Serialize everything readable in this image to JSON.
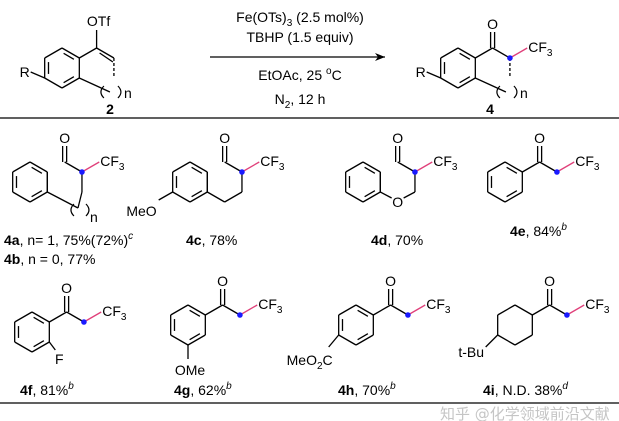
{
  "scheme": {
    "reactant_label": "2",
    "product_label": "4",
    "reactant_substituent": "R",
    "product_substituent": "R",
    "reactant_group": "OTf",
    "ring_index": "n",
    "conditions": {
      "line1": {
        "a": "Fe(OTs)",
        "sub": "3",
        "b": " (2.5 mol%)"
      },
      "line2": "TBHP (1.5 equiv)",
      "line3": {
        "a": "EtOAc, 25 ",
        "sup": "o",
        "b": "C"
      },
      "line4": {
        "a": "N",
        "sub": "2",
        "b": ", 12 h"
      }
    }
  },
  "atoms": {
    "O": "O",
    "CF": "CF",
    "three": "3",
    "MeO": "MeO",
    "F": "F",
    "OMe": "OMe",
    "MeO2C_a": "MeO",
    "MeO2C_sub": "2",
    "MeO2C_b": "C",
    "tBu": "t-Bu",
    "n": "n"
  },
  "compounds": [
    {
      "id": "4a",
      "text": ", n= 1, 75%(72%)",
      "sup": "c"
    },
    {
      "id": "4b",
      "text": ", n = 0, 77%",
      "sup": ""
    },
    {
      "id": "4c",
      "text": ", 78%",
      "sup": ""
    },
    {
      "id": "4d",
      "text": ", 70%",
      "sup": ""
    },
    {
      "id": "4e",
      "text": ", 84%",
      "sup": "b"
    },
    {
      "id": "4f",
      "text": ", 81%",
      "sup": "b"
    },
    {
      "id": "4g",
      "text": ", 62%",
      "sup": "b"
    },
    {
      "id": "4h",
      "text": ", 70%",
      "sup": "b"
    },
    {
      "id": "4i",
      "text": ", N.D. 38%",
      "sup": "d"
    }
  ],
  "watermark": "知乎 @化学领域前沿文献",
  "colors": {
    "bond_highlight": "#e0407a",
    "dot": "#1a1aff",
    "cf3": "#1a1aff"
  }
}
